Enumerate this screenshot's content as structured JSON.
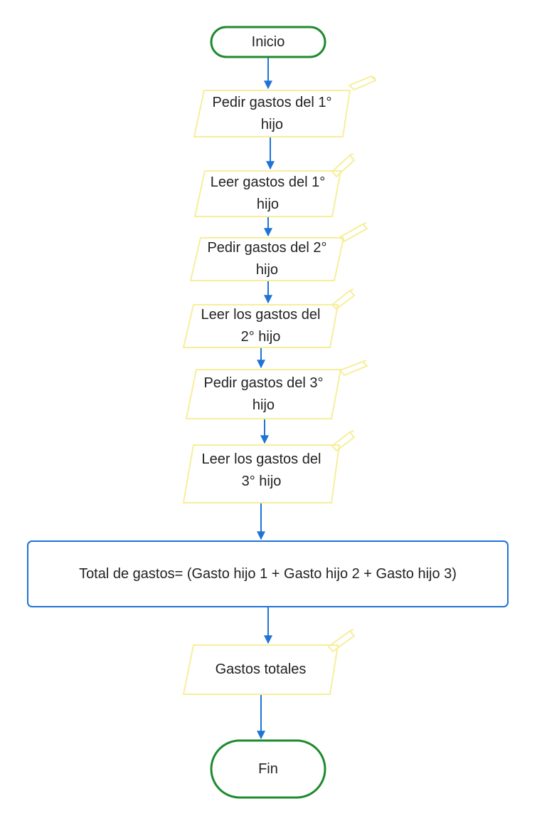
{
  "colors": {
    "terminal_stroke": "#1f8a2e",
    "io_stroke": "#f7ee9a",
    "process_stroke": "#1f73d6",
    "arrow": "#1f73d6",
    "text": "#222222",
    "background": "#ffffff"
  },
  "nodes": {
    "start": "Inicio",
    "ask_1": "Pedir gastos del 1°\nhijo",
    "read_1": "Leer gastos del 1°\nhijo",
    "ask_2": "Pedir gastos del 2°\nhijo",
    "read_2": "Leer los gastos del\n2° hijo",
    "ask_3": "Pedir gastos del 3°\nhijo",
    "read_3": "Leer los gastos del\n3° hijo",
    "total": "Total de gastos= (Gasto hijo 1 + Gasto hijo 2 + Gasto hijo 3)",
    "output": "Gastos totales",
    "end": "Fin"
  }
}
